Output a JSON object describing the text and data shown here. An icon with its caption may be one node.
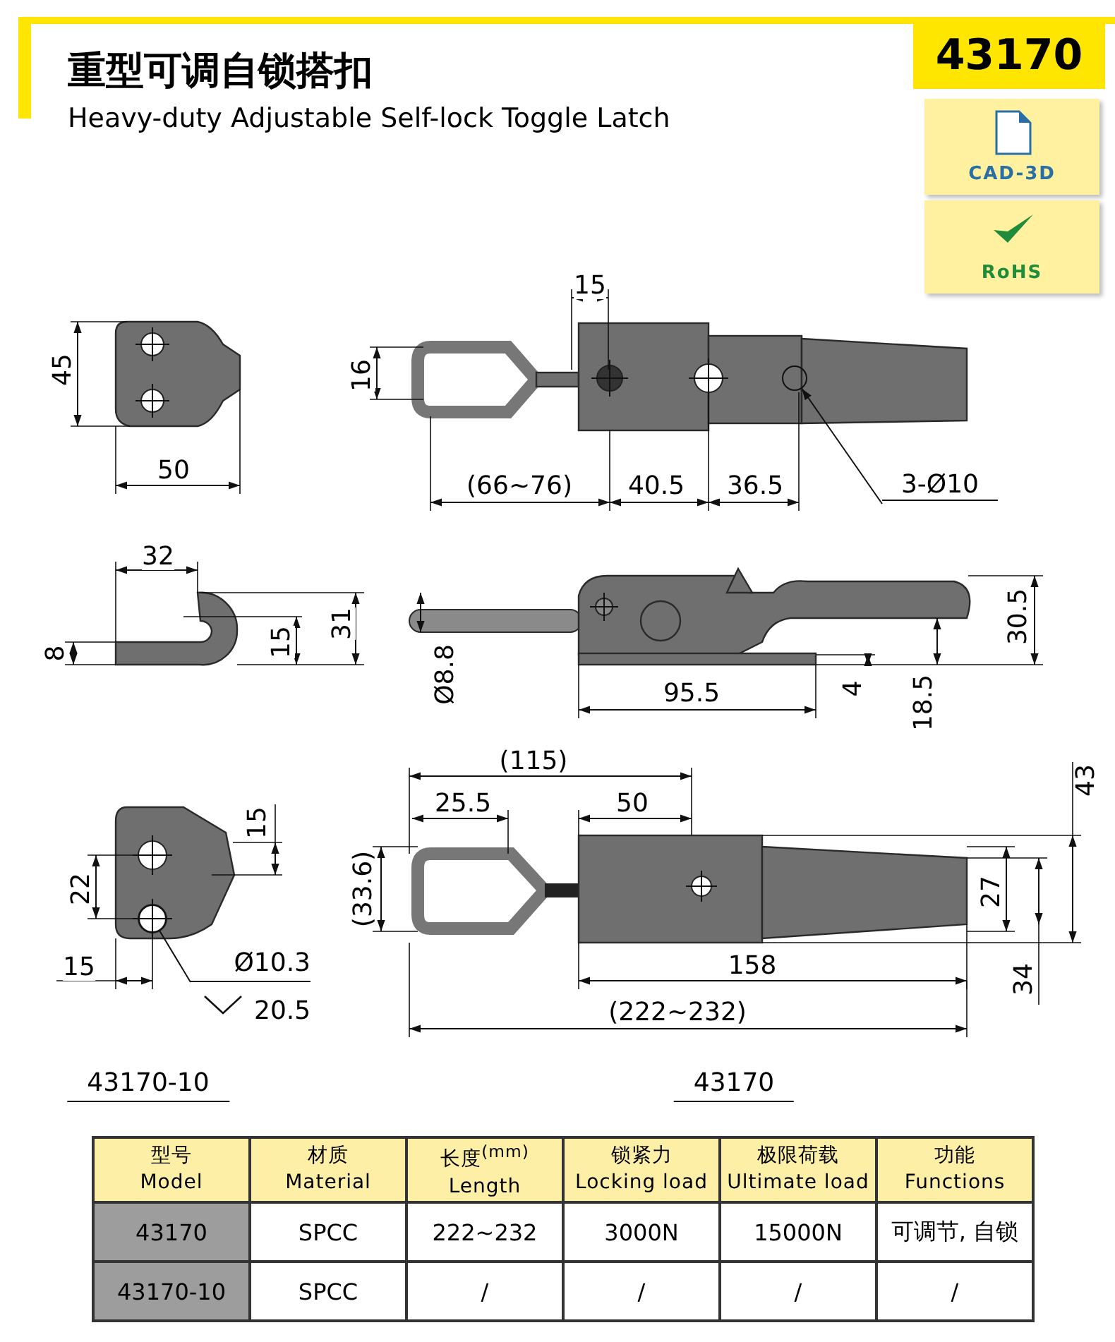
{
  "diagram": {
    "title": "重型可调自锁搭扣",
    "nodes": [
      {
        "text": [
          "43170"
        ]
      },
      {
        "text": [
          "CAD-3D"
        ]
      },
      {
        "text": [
          "RoHS"
        ]
      },
      {
        "text": [
          "3-Ø10"
        ]
      },
      {
        "text": [],
        "shape": "circle"
      },
      {
        "text": [
          "Ø10.3"
        ],
        "beside": [
          "20.5"
        ]
      },
      {
        "text": [],
        "shape": "circle"
      }
    ],
    "edges": [
      {
        "from": 3,
        "to": 4,
        "arrow": "to"
      },
      {
        "from": 5,
        "to": 6,
        "arrow": "none"
      }
    ],
    "labels": [
      "Heavy-duty Adjustable Self-lock Toggle Latch",
      "15",
      "45",
      "16",
      "50",
      "(66~76)",
      "40.5",
      "36.5",
      "32",
      "8",
      "15",
      "31",
      "30.5",
      "Ø8.8",
      "95.5",
      "4",
      "18.5",
      "(115)",
      "43",
      "25.5",
      "50",
      "15",
      "22",
      "(33.6)",
      "27",
      "15",
      "158",
      "34",
      "(222~232)",
      "43170-10",
      "43170",
      "型号 Model",
      "材质 Material",
      "长度$^{(mm)}$ Length",
      "锁紧力 Locking load",
      "极限荷载 Ultimate load",
      "功能 Functions",
      "43170",
      "SPCC",
      "222~232",
      "3000N",
      "15000N",
      "可调节, 自锁",
      "43170-10",
      "SPCC",
      "/",
      "/",
      "/",
      "/"
    ]
  }
}
